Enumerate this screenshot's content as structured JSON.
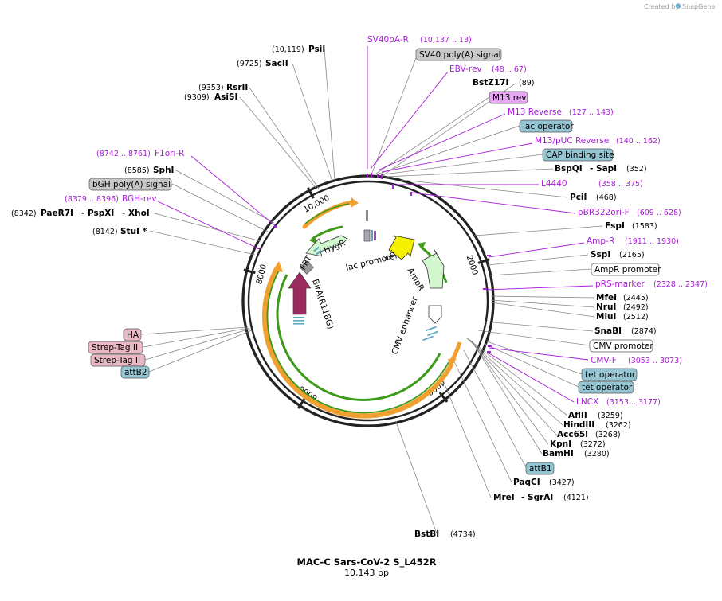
{
  "credit": {
    "prefix": "Created by",
    "brand": "SnapGene"
  },
  "plasmid": {
    "name": "MAC-C Sars-CoV-2 S_L452R",
    "length": "10,143 bp"
  },
  "ring_ticks": [
    {
      "label": "10,000",
      "angle": -28
    },
    {
      "label": "2000",
      "angle": 71
    },
    {
      "label": "4000",
      "angle": 142
    },
    {
      "label": "6000",
      "angle": 213
    },
    {
      "label": "8000",
      "angle": 284
    }
  ],
  "enzymes_left": [
    {
      "pos": "(10,119)",
      "name": "PsiI"
    },
    {
      "pos": "(9725)",
      "name": "SacII"
    },
    {
      "pos": "(9353)",
      "name": "RsrII"
    },
    {
      "pos": "(9309)",
      "name": "AsiSI"
    },
    {
      "pos": "(8585)",
      "name": "SphI"
    },
    {
      "pos": "(8342)",
      "name": "PaeR7I",
      "extra1": "- PspXI",
      "extra2": "- XhoI"
    },
    {
      "pos": "(8142)",
      "name": "StuI *"
    }
  ],
  "enzymes_right": [
    {
      "name": "BstZ17I",
      "pos": "(89)"
    },
    {
      "name": "BspQI",
      "extra": "- SapI",
      "pos": "(352)"
    },
    {
      "name": "PciI",
      "pos": "(468)"
    },
    {
      "name": "FspI",
      "pos": "(1583)"
    },
    {
      "name": "SspI",
      "pos": "(2165)"
    },
    {
      "name": "MfeI",
      "pos": "(2445)"
    },
    {
      "name": "NruI",
      "pos": "(2492)"
    },
    {
      "name": "MluI",
      "pos": "(2512)"
    },
    {
      "name": "SnaBI",
      "pos": "(2874)"
    },
    {
      "name": "AflII",
      "pos": "(3259)"
    },
    {
      "name": "HindIII",
      "pos": "(3262)"
    },
    {
      "name": "Acc65I",
      "pos": "(3268)"
    },
    {
      "name": "KpnI",
      "pos": "(3272)"
    },
    {
      "name": "BamHI",
      "pos": "(3280)"
    },
    {
      "name": "PaqCI",
      "pos": "(3427)"
    },
    {
      "name": "MreI",
      "extra": "- SgrAI",
      "pos": "(4121)"
    },
    {
      "name": "BstBI",
      "pos": "(4734)"
    }
  ],
  "primers": [
    {
      "name": "SV40pA-R",
      "range": "(10,137 .. 13)"
    },
    {
      "name": "EBV-rev",
      "range": "(48 .. 67)"
    },
    {
      "name": "M13 Reverse",
      "range": "(127 .. 143)"
    },
    {
      "name": "M13/pUC Reverse",
      "range": "(140 .. 162)"
    },
    {
      "name": "L4440",
      "range": "(358 .. 375)"
    },
    {
      "name": "pBR322ori-F",
      "range": "(609 .. 628)"
    },
    {
      "name": "Amp-R",
      "range": "(1911 .. 1930)"
    },
    {
      "name": "pRS-marker",
      "range": "(2328 .. 2347)"
    },
    {
      "name": "CMV-F",
      "range": "(3053 .. 3073)"
    },
    {
      "name": "LNCX",
      "range": "(3153 .. 3177)"
    },
    {
      "name": "F1ori-R",
      "range": "(8742 .. 8761)"
    },
    {
      "name": "BGH-rev",
      "range": "(8379 .. 8396)"
    }
  ],
  "feature_boxes": [
    {
      "text": "SV40 poly(A) signal"
    },
    {
      "text": "M13 rev"
    },
    {
      "text": "lac operator"
    },
    {
      "text": "CAP binding site"
    },
    {
      "text": "AmpR promoter"
    },
    {
      "text": "CMV promoter"
    },
    {
      "text": "tet operator"
    },
    {
      "text": "tet operator"
    },
    {
      "text": "attB1"
    },
    {
      "text": "bGH poly(A) signal"
    },
    {
      "text": "HA"
    },
    {
      "text": "Strep-Tag II"
    },
    {
      "text": "Strep-Tag II"
    },
    {
      "text": "attB2"
    }
  ],
  "inner_labels": {
    "hygr": "HygR",
    "frt": "FRT",
    "lac_promoter": "lac promoter",
    "ori": "ori",
    "ampr": "AmpR",
    "cmv_enhancer": "CMV enhancer",
    "bira": "BirA(R118G)"
  },
  "colors": {
    "backbone": "#222222",
    "primer": "#a81dd8",
    "feature_grey": "#c8c8c8",
    "feature_blue": "#95c4d2",
    "feature_pink": "#e8b9c4",
    "feature_violet": "#e7a8f3",
    "orf_orange": "#f0a030",
    "orf_green": "#3c9a18",
    "hygr_fill": "#d2f7cf",
    "ori_fill": "#f4f000",
    "bira_fill": "#9b2a5f"
  }
}
